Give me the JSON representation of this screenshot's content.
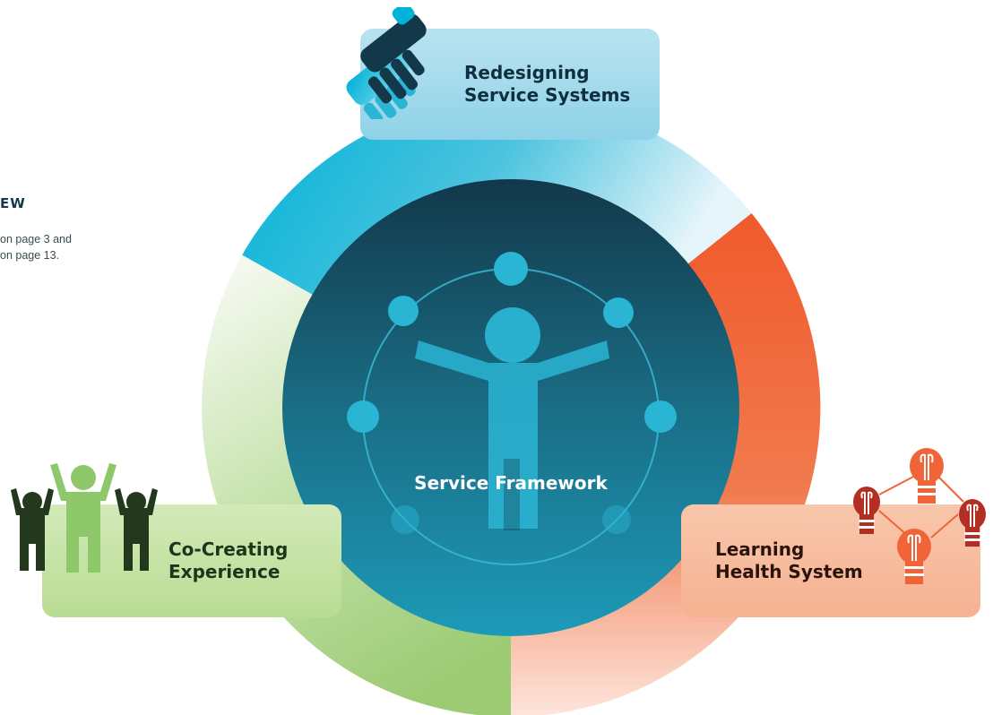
{
  "side_panel": {
    "heading": "EW",
    "lines": [
      "on page 3 and",
      "on page 13."
    ]
  },
  "center": {
    "title": "Service Framework"
  },
  "nodes": [
    {
      "id": "top",
      "lines": [
        "Redesigning",
        "Service Systems"
      ],
      "icon": "handshake-icon",
      "color": "#29b7d3"
    },
    {
      "id": "left",
      "lines": [
        "Co-Creating",
        "Experience"
      ],
      "icon": "people-cheering-icon",
      "color": "#9fcd78"
    },
    {
      "id": "right",
      "lines": [
        "Learning",
        "Health System"
      ],
      "icon": "lightbulb-network-icon",
      "color": "#f16438"
    }
  ],
  "colors": {
    "center_dark": "#12384a",
    "center_light": "#1c9ab8",
    "accent_blue": "#29b7d3",
    "accent_orange": "#f16438",
    "accent_green": "#9fcd78",
    "dark_green": "#24381d",
    "bulb_dark": "#b42f23"
  }
}
